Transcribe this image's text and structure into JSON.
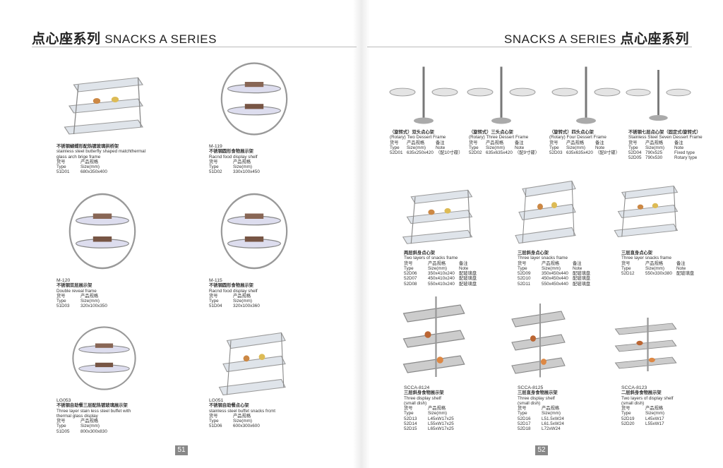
{
  "header": {
    "left": {
      "cn": "点心座系列",
      "en": "SNACKS A SERIES"
    },
    "right": {
      "en": "SNACKS A SERIES",
      "cn": "点心座系列"
    }
  },
  "pages": {
    "left": "51",
    "right": "52"
  },
  "labels": {
    "type_cn": "货号",
    "size_cn": "产品规格",
    "note_cn": "备注",
    "type": "Type",
    "size": "Size(mm)",
    "note": "Note"
  },
  "left_items": [
    {
      "code": "",
      "cn": "不锈钢蝴蝶形配热镀玻璃拱桥架",
      "en": [
        "stainless steel butterfly shaped matchthermal",
        "glass arch brige frame"
      ],
      "rows": [
        [
          "51D01",
          "680x350x400"
        ]
      ]
    },
    {
      "code": "M-119",
      "cn": "不锈钢圆形食物展示架",
      "en": [
        "Racnd food display shelf"
      ],
      "rows": [
        [
          "51D02",
          "330x100x450"
        ]
      ]
    },
    {
      "code": "M-120",
      "cn": "不锈钢双层展示架",
      "en": [
        "Double reveal frame"
      ],
      "rows": [
        [
          "51D03",
          "320x100x350"
        ]
      ]
    },
    {
      "code": "M-115",
      "cn": "不锈钢圆形食物展示架",
      "en": [
        "Racnd food display shelf"
      ],
      "rows": [
        [
          "51D04",
          "320x100x360"
        ]
      ]
    },
    {
      "code": "LG053",
      "cn": "不锈钢自助餐三层配热镀玻璃展示架",
      "en": [
        "Three layer stain less steel buffet with",
        "thermal glass display"
      ],
      "rows": [
        [
          "51D05",
          "800x300x830"
        ]
      ]
    },
    {
      "code": "LG051",
      "cn": "不锈钢自助餐点心架",
      "en": [
        "stainless steel buffet snacks frcmt"
      ],
      "rows": [
        [
          "51D06",
          "600x300x600"
        ]
      ]
    }
  ],
  "right_items": [
    {
      "code": "",
      "cn": "（旋转式）双头点心架",
      "en": [
        "(Rotary) Two Dessert Frame"
      ],
      "note": true,
      "rows": [
        [
          "52D01",
          "635x250x420",
          "（配10寸碟）"
        ]
      ]
    },
    {
      "code": "",
      "cn": "（旋转式）三头点心架",
      "en": [
        "(Rotary) Three Dessert Frame"
      ],
      "note": true,
      "rows": [
        [
          "52D02",
          "635x635x420",
          "（配9寸碟）"
        ]
      ]
    },
    {
      "code": "",
      "cn": "（旋转式）四头点心架",
      "en": [
        "(Rotary) Four Dessert Frame"
      ],
      "note": true,
      "rows": [
        [
          "52D03",
          "635x635x420",
          "（配8寸碟）"
        ]
      ]
    },
    {
      "code": "",
      "cn": "不锈钢七层点心架（固定式/旋转式）",
      "en": [
        "Stainless Steel Seven Dessert Frame"
      ],
      "note": true,
      "rows": [
        [
          "52D04",
          "790x525",
          "Fixed type"
        ],
        [
          "52D05",
          "790x530",
          "Rotary type"
        ]
      ]
    },
    {
      "code": "",
      "cn": "两层斜身点心架",
      "en": [
        "Two layers of snacks frame"
      ],
      "note": true,
      "rows": [
        [
          "52D06",
          "350x410x240",
          "配玻璃盘"
        ],
        [
          "52D07",
          "450x410x240",
          "配玻璃盘"
        ],
        [
          "52D08",
          "550x410x240",
          "配玻璃盘"
        ]
      ]
    },
    {
      "code": "",
      "cn": "三层斜身点心架",
      "en": [
        "Three layer snacks frame"
      ],
      "note": true,
      "rows": [
        [
          "52D09",
          "350x450x440",
          "配玻璃盘"
        ],
        [
          "52D10",
          "450x450x440",
          "配玻璃盘"
        ],
        [
          "52D11",
          "550x450x440",
          "配玻璃盘"
        ]
      ]
    },
    {
      "code": "",
      "cn": "三层直身点心架",
      "en": [
        "Three layer snacks frame"
      ],
      "note": true,
      "rows": [
        [
          "52D12",
          "550x330x380",
          "配玻璃盘"
        ]
      ]
    },
    {
      "code": "SCCA-8124",
      "cn": "三层斜身食物展示架",
      "en": [
        "Three display shelf",
        "(small dish)"
      ],
      "note": false,
      "rows": [
        [
          "52D13",
          "L45xW17x25"
        ],
        [
          "52D14",
          "L55xW17x25"
        ],
        [
          "52D15",
          "L65xW17x25"
        ]
      ]
    },
    {
      "code": "SCCA-8125",
      "cn": "三层直身食物展示架",
      "en": [
        "Three display shelf",
        "(small dish)"
      ],
      "note": false,
      "rows": [
        [
          "52D16",
          "L51.5xW24"
        ],
        [
          "52D17",
          "L61.5xW24"
        ],
        [
          "52D18",
          "L72xW24"
        ]
      ]
    },
    {
      "code": "SCCA-8123",
      "cn": "二层斜身食物展示架",
      "en": [
        "Two layers of display shelf",
        "(small dish)"
      ],
      "note": false,
      "rows": [
        [
          "52D19",
          "L45xW17"
        ],
        [
          "52D20",
          "L55xW17"
        ]
      ]
    }
  ]
}
